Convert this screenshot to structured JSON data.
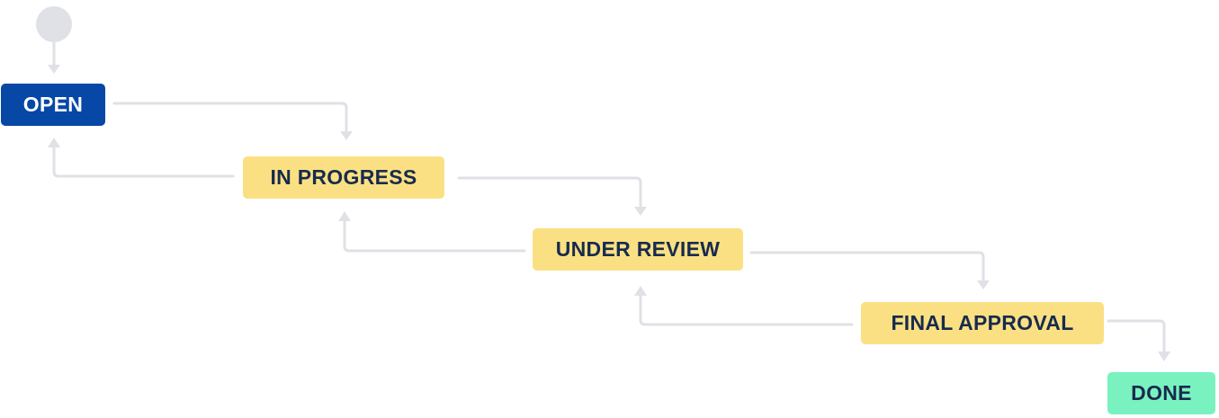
{
  "workflow": {
    "start_node": "start",
    "statuses": [
      {
        "id": "open",
        "label": "OPEN",
        "category": "to-do",
        "color": "#0747A6",
        "text_color": "#FFFFFF"
      },
      {
        "id": "in-progress",
        "label": "IN PROGRESS",
        "category": "in-progress",
        "color": "#FBE083",
        "text_color": "#172B4D"
      },
      {
        "id": "under-review",
        "label": "UNDER REVIEW",
        "category": "in-progress",
        "color": "#FBE083",
        "text_color": "#172B4D"
      },
      {
        "id": "final-approval",
        "label": "FINAL APPROVAL",
        "category": "in-progress",
        "color": "#FBE083",
        "text_color": "#172B4D"
      },
      {
        "id": "done",
        "label": "DONE",
        "category": "done",
        "color": "#79F2C0",
        "text_color": "#172B4D"
      }
    ],
    "transitions": [
      {
        "from": "start",
        "to": "open"
      },
      {
        "from": "open",
        "to": "in-progress"
      },
      {
        "from": "in-progress",
        "to": "open"
      },
      {
        "from": "in-progress",
        "to": "under-review"
      },
      {
        "from": "under-review",
        "to": "in-progress"
      },
      {
        "from": "under-review",
        "to": "final-approval"
      },
      {
        "from": "final-approval",
        "to": "under-review"
      },
      {
        "from": "final-approval",
        "to": "done"
      }
    ],
    "colors": {
      "connector": "#DFE1E6",
      "start_marker": "#DFE1E6"
    }
  }
}
